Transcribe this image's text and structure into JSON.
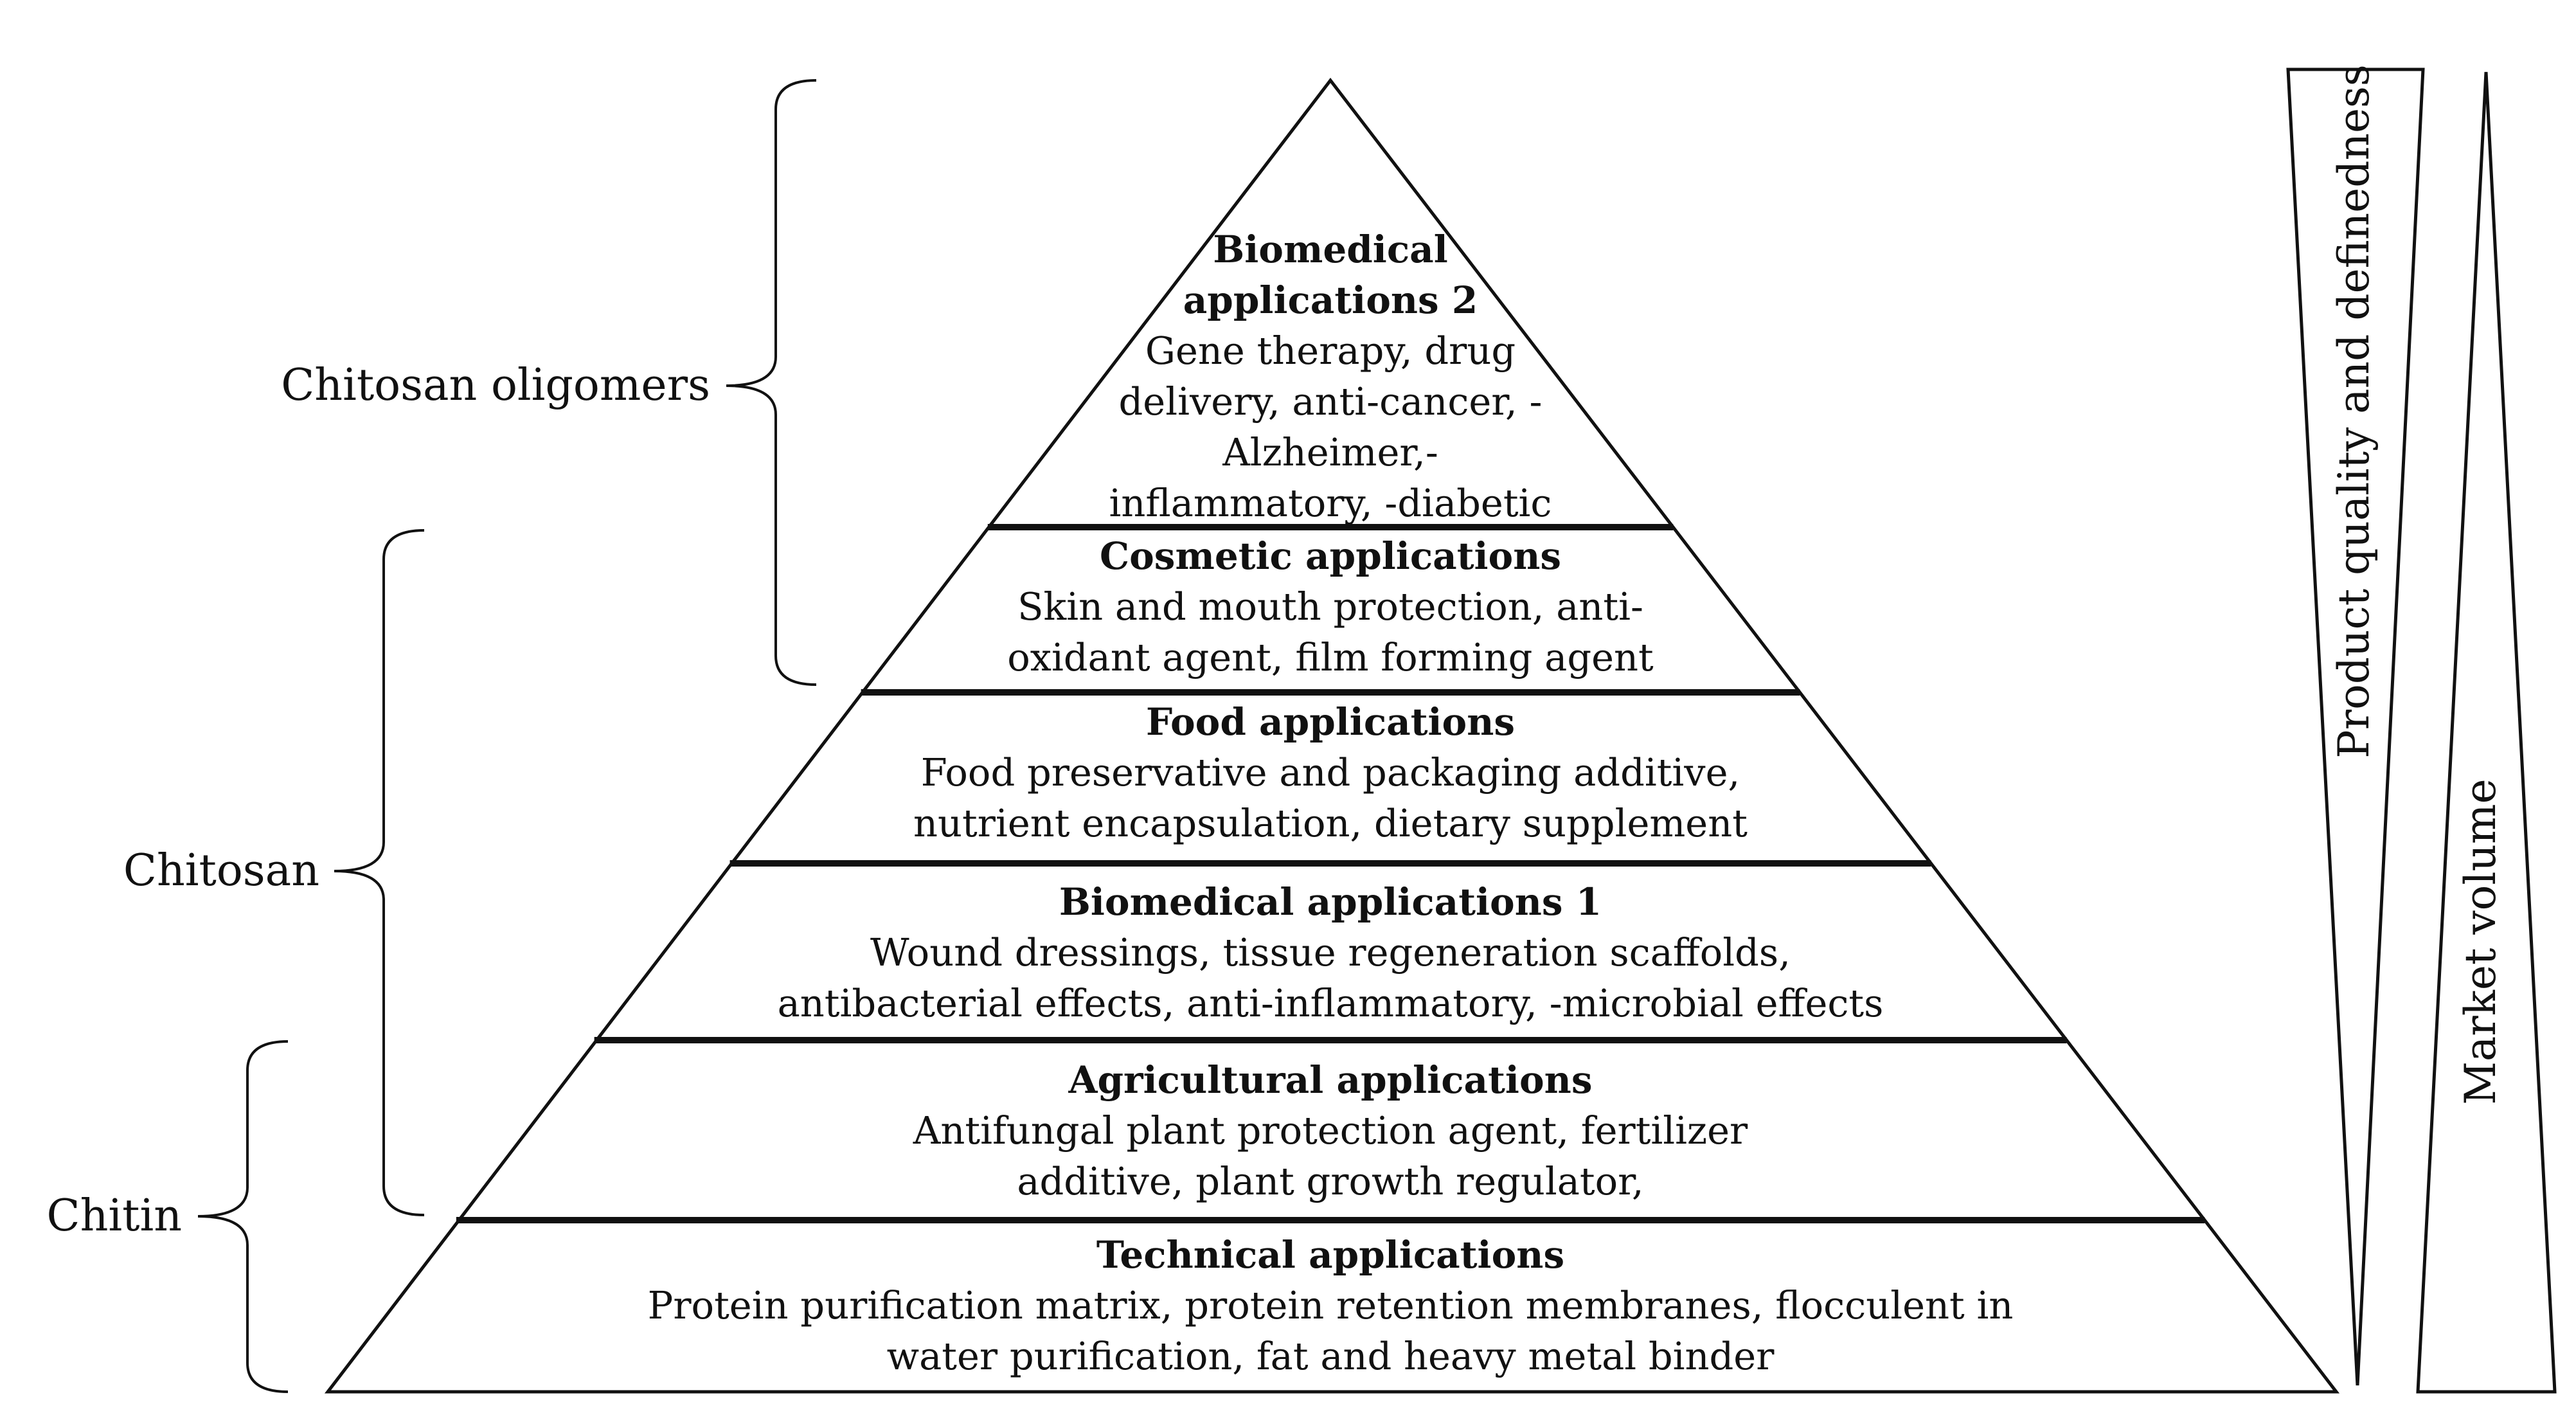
{
  "tiers": [
    {
      "id": "biomedical-2",
      "title_lines": [
        "Biomedical",
        "applications 2"
      ],
      "body_lines": [
        "Gene therapy, drug",
        "delivery, anti-cancer, -",
        "Alzheimer,-",
        "inflammatory, -diabetic"
      ]
    },
    {
      "id": "cosmetic",
      "title_lines": [
        "Cosmetic applications"
      ],
      "body_lines": [
        "Skin and mouth protection, anti-",
        "oxidant agent, film forming agent"
      ]
    },
    {
      "id": "food",
      "title_lines": [
        "Food applications"
      ],
      "body_lines": [
        "Food preservative and packaging additive,",
        "nutrient encapsulation, dietary supplement"
      ]
    },
    {
      "id": "biomedical-1",
      "title_lines": [
        "Biomedical applications 1"
      ],
      "body_lines": [
        "Wound dressings, tissue regeneration scaffolds,",
        "antibacterial effects, anti-inflammatory, -microbial effects"
      ]
    },
    {
      "id": "agricultural",
      "title_lines": [
        "Agricultural applications"
      ],
      "body_lines": [
        "Antifungal plant protection agent, fertilizer",
        "additive, plant growth regulator,"
      ]
    },
    {
      "id": "technical",
      "title_lines": [
        "Technical applications"
      ],
      "body_lines": [
        "Protein purification matrix, protein retention membranes, flocculent in",
        "water purification, fat and heavy metal binder"
      ]
    }
  ],
  "groups": [
    {
      "id": "chitosan-oligomers",
      "label": "Chitosan oligomers"
    },
    {
      "id": "chitosan",
      "label": "Chitosan"
    },
    {
      "id": "chitin",
      "label": "Chitin"
    }
  ],
  "scales": [
    {
      "id": "product-quality",
      "label": "Product quality and definedness",
      "direction": "increasing-upward"
    },
    {
      "id": "market-volume",
      "label": "Market volume",
      "direction": "increasing-downward"
    }
  ],
  "colors": {
    "line": "#111111",
    "background": "#ffffff"
  }
}
